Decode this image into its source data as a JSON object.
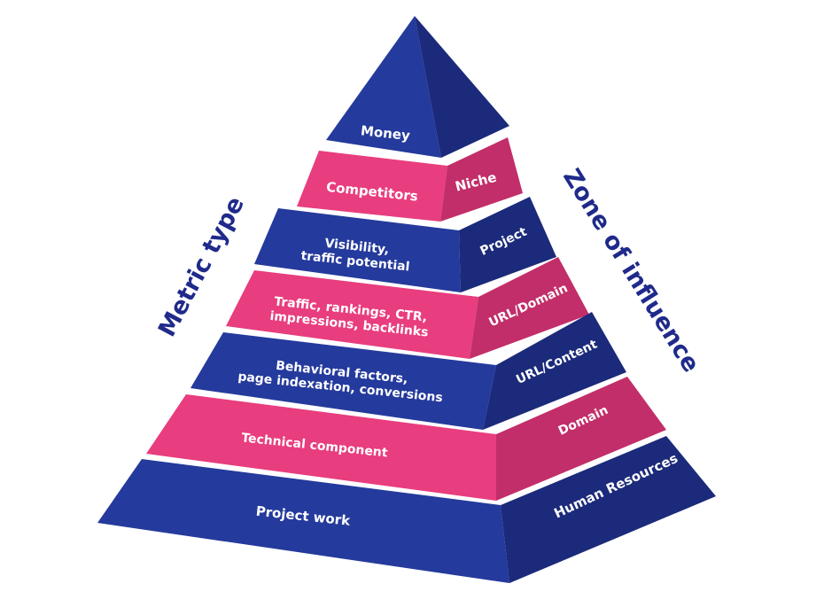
{
  "diagram": {
    "side_labels": {
      "left": "Metric type",
      "right": "Zone of influence"
    },
    "levels": [
      {
        "front": "Money",
        "side": "",
        "face_color": "#243a9c",
        "side_color": "#1b2a7a"
      },
      {
        "front": "Competitors",
        "side": "Niche",
        "face_color": "#e83d7e",
        "side_color": "#c22e69"
      },
      {
        "front": "Visibility,\ntraffic potential",
        "side": "Project",
        "face_color": "#243a9c",
        "side_color": "#1b2a7a"
      },
      {
        "front": "Traffic, rankings, CTR,\nimpressions, backlinks",
        "side": "URL/Domain",
        "face_color": "#e83d7e",
        "side_color": "#c22e69"
      },
      {
        "front": "Behavioral factors,\npage indexation, conversions",
        "side": "URL/Content",
        "face_color": "#243a9c",
        "side_color": "#1b2a7a"
      },
      {
        "front": "Technical component",
        "side": "Domain",
        "face_color": "#e83d7e",
        "side_color": "#c22e69"
      },
      {
        "front": "Project work",
        "side": "Human Resources",
        "face_color": "#243a9c",
        "side_color": "#1b2a7a"
      }
    ],
    "colors": {
      "navy": "#243a9c",
      "navy_dark": "#1b2a7a",
      "pink": "#e83d7e",
      "pink_dark": "#c22e69",
      "label_color": "#1f2a8a"
    }
  }
}
